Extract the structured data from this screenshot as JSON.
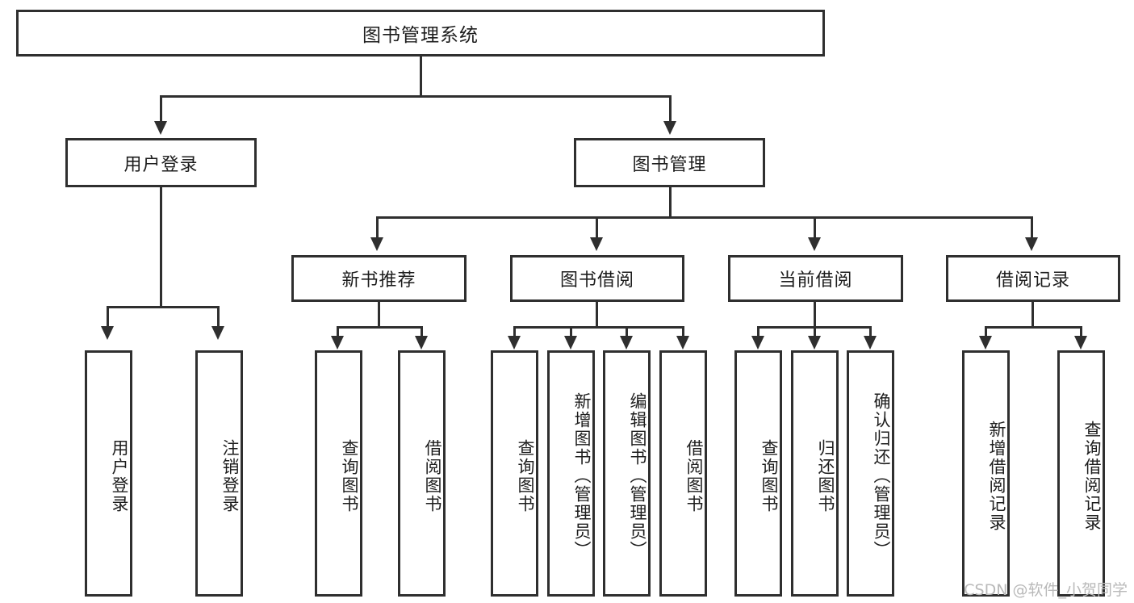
{
  "diagram": {
    "type": "tree",
    "title": "图书管理系统",
    "watermark": "CSDN @软件_小贺同学",
    "colors": {
      "box_border": "#2f2f2f",
      "box_fill": "#ffffff",
      "text": "#1d1d1d",
      "connector": "#2f2f2f",
      "watermark": "#b9b9b9",
      "background": "#ffffff"
    },
    "levels": {
      "root": "图书管理系统",
      "level2": [
        "用户登录",
        "图书管理"
      ],
      "level3": [
        "新书推荐",
        "图书借阅",
        "当前借阅",
        "借阅记录"
      ]
    },
    "nodes": {
      "root": {
        "label": "图书管理系统"
      },
      "user_login": {
        "label": "用户登录"
      },
      "book_mgmt": {
        "label": "图书管理"
      },
      "new_book_rec": {
        "label": "新书推荐"
      },
      "book_borrow": {
        "label": "图书借阅"
      },
      "current_borrow": {
        "label": "当前借阅"
      },
      "borrow_record": {
        "label": "借阅记录"
      },
      "leaf_user_login": {
        "label": "用户登录"
      },
      "leaf_user_logout": {
        "label": "注销登录"
      },
      "leaf_rec_query": {
        "label": "查询图书"
      },
      "leaf_rec_borrow": {
        "label": "借阅图书"
      },
      "leaf_borrow_query": {
        "label": "查询图书"
      },
      "leaf_borrow_add": {
        "label": "新增图书（管理员）"
      },
      "leaf_borrow_edit": {
        "label": "编辑图书（管理员）"
      },
      "leaf_borrow_lend": {
        "label": "借阅图书"
      },
      "leaf_cur_query": {
        "label": "查询图书"
      },
      "leaf_cur_return": {
        "label": "归还图书"
      },
      "leaf_cur_confirm": {
        "label": "确认归还（管理员）"
      },
      "leaf_rec_add": {
        "label": "新增借阅记录"
      },
      "leaf_rec_search": {
        "label": "查询借阅记录"
      }
    }
  }
}
